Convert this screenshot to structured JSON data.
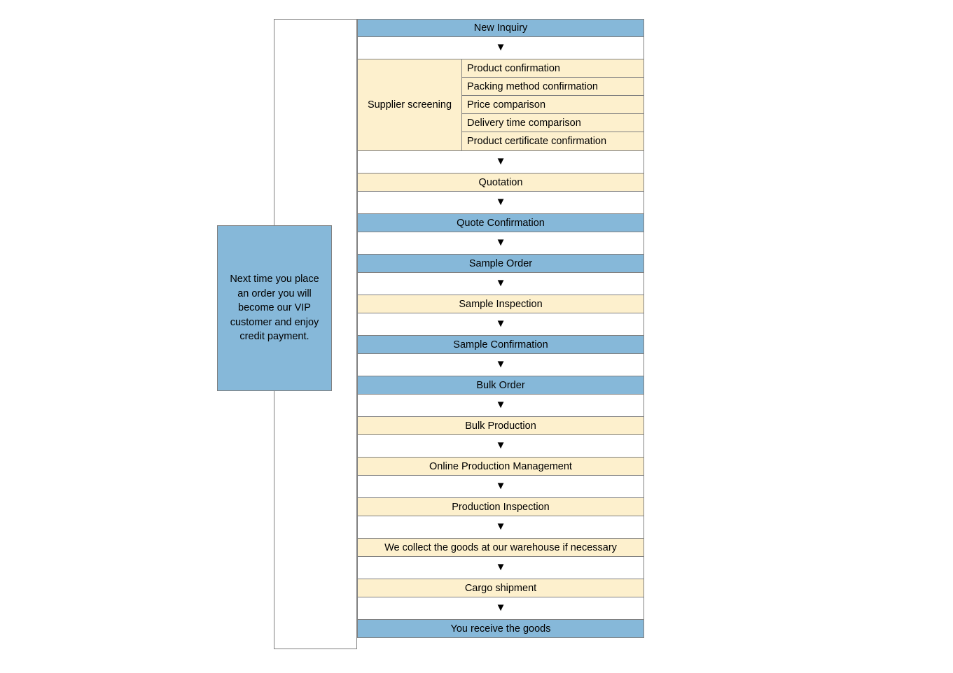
{
  "callout": {
    "text": "Next time you place an order you will become our VIP customer and enjoy credit payment.",
    "color": "#86b8d9"
  },
  "colors": {
    "blue": "#86b8d9",
    "cream": "#fdf0cd",
    "border": "#808080",
    "background": "#ffffff"
  },
  "arrow_glyph": "▼",
  "flow": {
    "rows": [
      {
        "kind": "step",
        "style": "blue",
        "label": "New Inquiry"
      },
      {
        "kind": "arrow",
        "label": "▼"
      },
      {
        "kind": "group",
        "style": "cream",
        "label": "Supplier screening",
        "items": [
          "Product confirmation",
          "Packing method confirmation",
          "Price comparison",
          "Delivery time comparison",
          "Product certificate confirmation"
        ]
      },
      {
        "kind": "arrow",
        "label": "▼"
      },
      {
        "kind": "step",
        "style": "cream",
        "label": "Quotation"
      },
      {
        "kind": "arrow",
        "label": "▼"
      },
      {
        "kind": "step",
        "style": "blue",
        "label": "Quote Confirmation"
      },
      {
        "kind": "arrow",
        "label": "▼"
      },
      {
        "kind": "step",
        "style": "blue",
        "label": "Sample Order"
      },
      {
        "kind": "arrow",
        "label": "▼"
      },
      {
        "kind": "step",
        "style": "cream",
        "label": "Sample Inspection"
      },
      {
        "kind": "arrow",
        "label": "▼"
      },
      {
        "kind": "step",
        "style": "blue",
        "label": "Sample Confirmation"
      },
      {
        "kind": "arrow",
        "label": "▼"
      },
      {
        "kind": "step",
        "style": "blue",
        "label": "Bulk Order"
      },
      {
        "kind": "arrow",
        "label": "▼"
      },
      {
        "kind": "step",
        "style": "cream",
        "label": "Bulk Production"
      },
      {
        "kind": "arrow",
        "label": "▼"
      },
      {
        "kind": "step",
        "style": "cream",
        "label": "Online Production Management"
      },
      {
        "kind": "arrow",
        "label": "▼"
      },
      {
        "kind": "step",
        "style": "cream",
        "label": "Production Inspection"
      },
      {
        "kind": "arrow",
        "label": "▼"
      },
      {
        "kind": "step",
        "style": "cream",
        "label": "We collect the goods at our warehouse if necessary"
      },
      {
        "kind": "arrow",
        "label": "▼"
      },
      {
        "kind": "step",
        "style": "cream",
        "label": "Cargo shipment"
      },
      {
        "kind": "arrow",
        "label": "▼"
      },
      {
        "kind": "step",
        "style": "blue",
        "label": "You receive the goods"
      }
    ]
  }
}
